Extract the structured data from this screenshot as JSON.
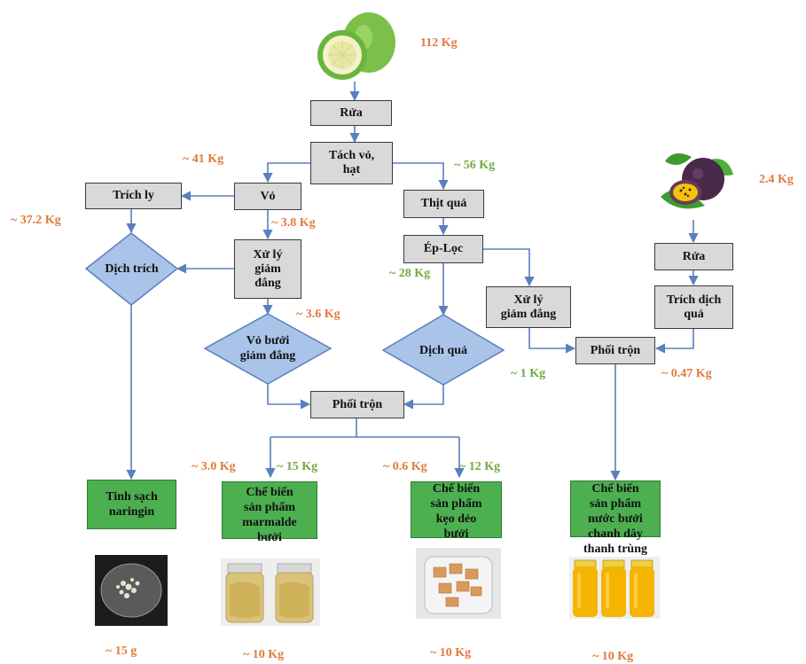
{
  "inputs": {
    "pomelo_amount": "112 Kg",
    "passion_fruit_amount": "2.4 Kg"
  },
  "boxes": {
    "rua": "Rửa",
    "tach_vo_hat": "Tách vỏ,\nhạt",
    "vo": "Vỏ",
    "trich_ly": "Trích ly",
    "thit_qua": "Thịt quả",
    "ep_loc": "Ép-Lọc",
    "xu_ly_giam_dang_1": "Xử lý\ngiảm\nđắng",
    "xu_ly_giam_dang_2": "Xử lý\ngiảm đắng",
    "phoi_tron_center": "Phối trộn",
    "phoi_tron_right": "Phối trộn",
    "rua_2": "Rửa",
    "trich_dich_qua": "Trích dịch\nquả"
  },
  "diamonds": {
    "dich_trich": "Dịch trích",
    "vo_buoi_giam_dang": "Vỏ bưởi\ngiảm đắng",
    "dich_qua": "Dịch quả"
  },
  "products": {
    "tinh_sach_naringin": "Tinh sạch\nnaringin",
    "marmalade": "Chế biến\nsản phẩm\nmarmalde\nbưởi",
    "keo_deo": "Chế biến\nsản phẩm\nkẹo dẻo\nbưởi",
    "nuoc_buoi": "Chế biến\nsản phẩm\nnước bưởi\nchanh dây\nthanh trùng"
  },
  "flow_labels": {
    "l41": "~ 41 Kg",
    "l56": "~ 56 Kg",
    "l37": "~ 37.2 Kg",
    "l38": "~ 3.8 Kg",
    "l28": "~ 28 Kg",
    "l36": "~ 3.6 Kg",
    "l1": "~ 1 Kg",
    "l047": "~ 0.47 Kg",
    "l30": "~ 3.0 Kg",
    "l15": "~ 15 Kg",
    "l06": "~ 0.6 Kg",
    "l12": "~ 12 Kg"
  },
  "outputs": {
    "naringin_yield": "~ 15 g",
    "marmalade_yield": "~ 10 Kg",
    "keo_yield": "~ 10 Kg",
    "nuoc_yield": "~ 10 Kg"
  },
  "colors": {
    "arrow": "#5b7fbf",
    "diamond_fill": "#a9c4e8",
    "box_fill": "#d9d9d9",
    "product_fill": "#4caf50",
    "orange_label": "#e07a3c",
    "green_label": "#72a843"
  }
}
